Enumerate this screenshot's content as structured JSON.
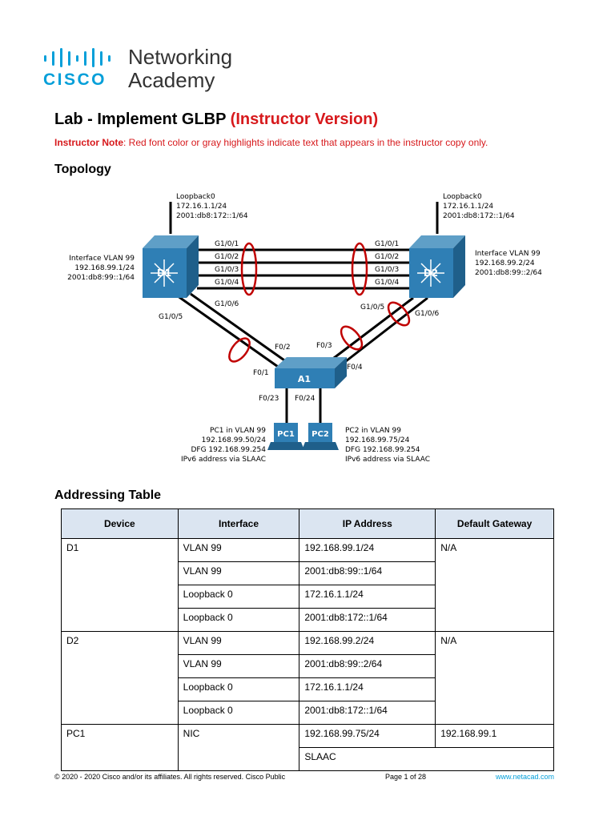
{
  "brand": {
    "logo_text": "cisco",
    "line1": "Networking",
    "line2": "Academy",
    "color": "#049fd9"
  },
  "doc": {
    "title": "Lab - Implement GLBP",
    "title_suffix": "(Instructor Version)",
    "note_label": "Instructor Note",
    "note_text": ": Red font color or gray highlights indicate text that appears in the instructor copy only.",
    "accent_color": "#d7191c"
  },
  "topology": {
    "heading": "Topology",
    "d1_label": "D1",
    "d2_label": "D2",
    "a1_label": "A1",
    "pc1_label": "PC1",
    "pc2_label": "PC2",
    "d1_loopback": [
      "Loopback0",
      "172.16.1.1/24",
      "2001:db8:172::1/64"
    ],
    "d2_loopback": [
      "Loopback0",
      "172.16.1.1/24",
      "2001:db8:172::1/64"
    ],
    "d1_vlan": [
      "Interface VLAN 99",
      "192.168.99.1/24",
      "2001:db8:99::1/64"
    ],
    "d2_vlan": [
      "Interface VLAN 99",
      "192.168.99.2/24",
      "2001:db8:99::2/64"
    ],
    "d1_ports": [
      "G1/0/1",
      "G1/0/2",
      "G1/0/3",
      "G1/0/4"
    ],
    "d2_ports": [
      "G1/0/1",
      "G1/0/2",
      "G1/0/3",
      "G1/0/4"
    ],
    "d1_g5": "G1/0/5",
    "d1_g6": "G1/0/6",
    "d2_g5": "G1/0/5",
    "d2_g6": "G1/0/6",
    "a1_f1": "F0/1",
    "a1_f2": "F0/2",
    "a1_f3": "F0/3",
    "a1_f4": "F0/4",
    "a1_f23": "F0/23",
    "a1_f24": "F0/24",
    "pc1_info": [
      "PC1 in VLAN 99",
      "192.168.99.50/24",
      "DFG 192.168.99.254",
      "IPv6 address via SLAAC"
    ],
    "pc2_info": [
      "PC2 in VLAN 99",
      "192.168.99.75/24",
      "DFG 192.168.99.254",
      "IPv6 address via SLAAC"
    ]
  },
  "addressing": {
    "heading": "Addressing Table",
    "headers": [
      "Device",
      "Interface",
      "IP Address",
      "Default Gateway"
    ],
    "rows": [
      {
        "device": "D1",
        "interface": "VLAN 99",
        "ip": "192.168.99.1/24",
        "gateway": "N/A"
      },
      {
        "interface": "VLAN 99",
        "ip": "2001:db8:99::1/64"
      },
      {
        "interface": "Loopback 0",
        "ip": "172.16.1.1/24"
      },
      {
        "interface": "Loopback 0",
        "ip": "2001:db8:172::1/64"
      },
      {
        "device": "D2",
        "interface": "VLAN 99",
        "ip": "192.168.99.2/24",
        "gateway": "N/A"
      },
      {
        "interface": "VLAN 99",
        "ip": "2001:db8:99::2/64"
      },
      {
        "interface": "Loopback 0",
        "ip": "172.16.1.1/24"
      },
      {
        "interface": "Loopback 0",
        "ip": "2001:db8:172::1/64"
      },
      {
        "device": "PC1",
        "interface": "NIC",
        "ip": "192.168.99.75/24",
        "gateway": "192.168.99.1"
      },
      {
        "ip": "SLAAC"
      }
    ]
  },
  "footer": {
    "copyright": "© 2020 - 2020 Cisco and/or its affiliates. All rights reserved. Cisco Public",
    "page": "Page 1 of 28",
    "url": "www.netacad.com"
  }
}
